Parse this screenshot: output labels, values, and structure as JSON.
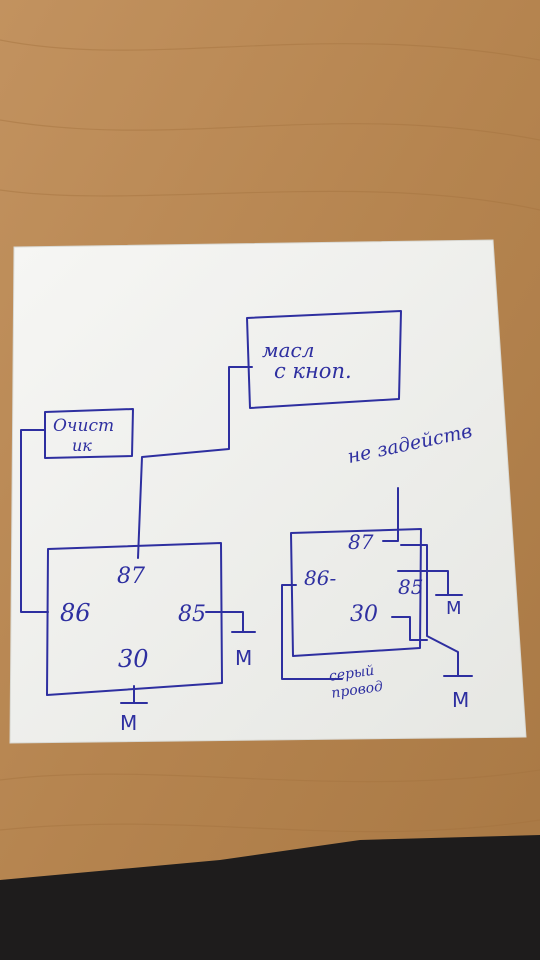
{
  "colors": {
    "desk": "#b8895a",
    "desk_dark": "#9c6f44",
    "paper": "#f4f4f2",
    "ink": "#2e2fa0",
    "floor": "#1e1c1c"
  },
  "relay_left": {
    "pin_87": "87",
    "pin_86": "86",
    "pin_85": "85",
    "pin_30": "30",
    "ground_bottom": "M",
    "ground_right": "M"
  },
  "relay_right": {
    "pin_87": "87",
    "pin_86": "86-",
    "pin_85": "85",
    "pin_30": "30",
    "ground_85": "M",
    "ground_30": "M",
    "note_unused": "не задейств",
    "note_wire": "серый провод"
  },
  "box_left": {
    "line1": "Очист",
    "line2": "ик"
  },
  "box_top": {
    "line1": "масл",
    "line2": "с кноп."
  }
}
